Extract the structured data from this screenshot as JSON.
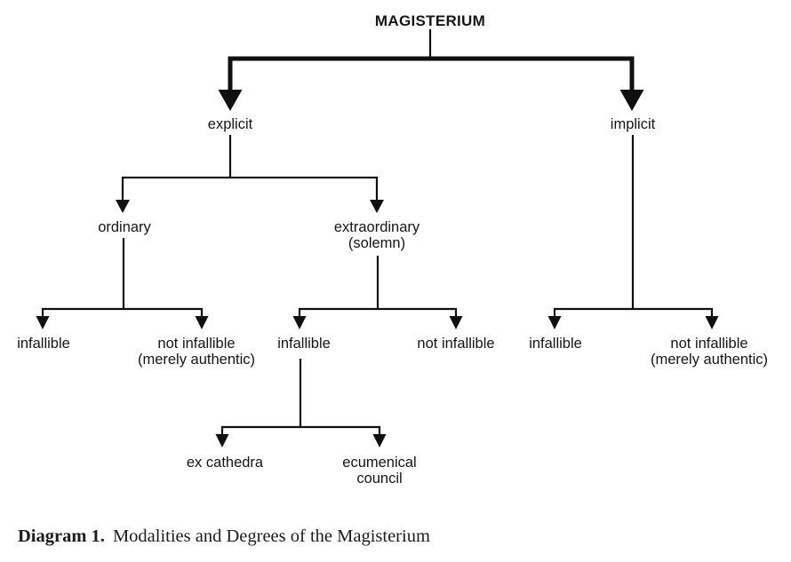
{
  "diagram": {
    "colors": {
      "line": "#101010",
      "text": "#161616",
      "background": "#ffffff"
    },
    "nodes": {
      "root": "MAGISTERIUM",
      "explicit": "explicit",
      "implicit": "implicit",
      "ordinary": "ordinary",
      "extraordinary": "extraordinary",
      "extraordinary_qualifier": "(solemn)",
      "ordinary_infallible": "infallible",
      "ordinary_not_infallible": "not infallible",
      "ordinary_not_infallible_qualifier": "(merely authentic)",
      "extraordinary_infallible": "infallible",
      "extraordinary_not_infallible": "not infallible",
      "ex_cathedra": "ex cathedra",
      "ecumenical_council_line1": "ecumenical",
      "ecumenical_council_line2": "council",
      "implicit_infallible": "infallible",
      "implicit_not_infallible": "not infallible",
      "implicit_not_infallible_qualifier": "(merely authentic)"
    }
  },
  "caption": {
    "label": "Diagram 1.",
    "text": "Modalities and Degrees of the Magisterium"
  }
}
